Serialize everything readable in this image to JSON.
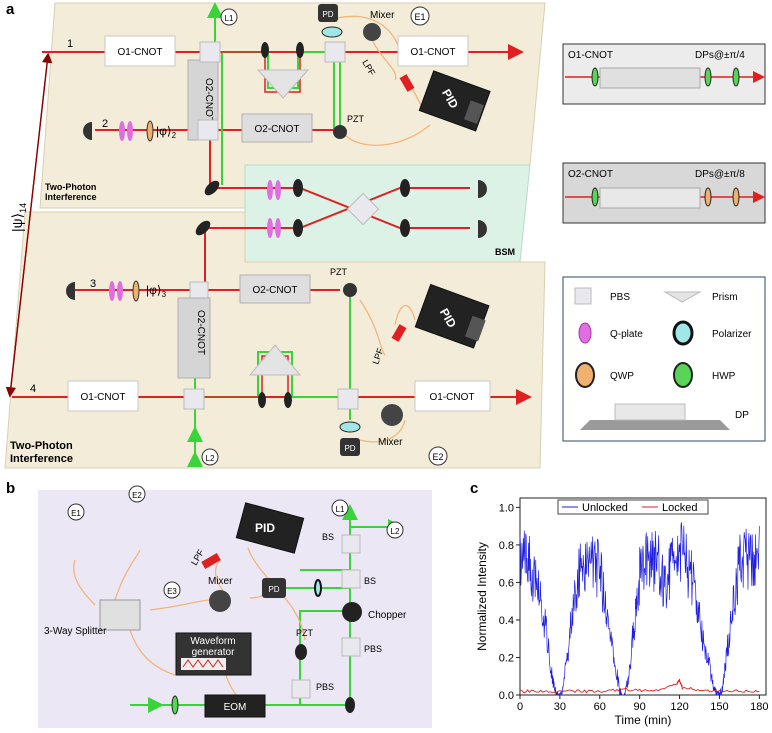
{
  "panel_a": {
    "label": "a",
    "port_labels": [
      "1",
      "2",
      "3",
      "4"
    ],
    "state_phi2": "|φ⟩",
    "state_phi2_sub": "2",
    "state_phi3": "|φ⟩",
    "state_phi3_sub": "3",
    "state_psi": "|ψ⟩",
    "state_psi_sub": "14",
    "o1_cnot": "O1-CNOT",
    "o2_cnot": "O2-CNOT",
    "pd": "PD",
    "pid": "PID",
    "mixer": "Mixer",
    "lpf": "LPF",
    "pzt": "PZT",
    "bsm": "BSM",
    "e1": "E1",
    "e2": "E2",
    "l1": "L1",
    "l2": "L2",
    "tpi_line1": "Two-Photon",
    "tpi_line2": "Interference",
    "inset1_title": "O1-CNOT",
    "inset1_dp": "DPs@±π/4",
    "inset2_title": "O2-CNOT",
    "inset2_dp": "DPs@±π/8",
    "legend": {
      "pbs": "PBS",
      "prism": "Prism",
      "qplate": "Q-plate",
      "polarizer": "Polarizer",
      "qwp": "QWP",
      "hwp": "HWP",
      "dp": "DP"
    }
  },
  "panel_b": {
    "label": "b",
    "e1": "E1",
    "e2": "E2",
    "e3": "E3",
    "l1": "L1",
    "l2": "L2",
    "splitter": "3-Way Splitter",
    "waveform_l1": "Waveform",
    "waveform_l2": "generator",
    "pid": "PID",
    "lpf": "LPF",
    "mixer": "Mixer",
    "pd": "PD",
    "bs": "BS",
    "chopper": "Chopper",
    "pzt": "PZT",
    "pbs": "PBS",
    "eom": "EOM"
  },
  "panel_c": {
    "label": "c",
    "chart_data": {
      "type": "line",
      "xlabel": "Time (min)",
      "ylabel": "Normalized Intensity",
      "xlim": [
        0,
        185
      ],
      "ylim": [
        0,
        1.05
      ],
      "xticks": [
        "0",
        "30",
        "60",
        "90",
        "120",
        "150",
        "180"
      ],
      "yticks": [
        "0.0",
        "0.2",
        "0.4",
        "0.6",
        "0.8",
        "1.0"
      ],
      "legend_position": "top-right",
      "series": [
        {
          "name": "Unlocked",
          "color": "#1f1fe0",
          "x": [
            0,
            5,
            10,
            15,
            20,
            25,
            28,
            32,
            36,
            40,
            45,
            50,
            55,
            60,
            65,
            70,
            75,
            78,
            82,
            86,
            90,
            95,
            100,
            105,
            110,
            115,
            120,
            125,
            130,
            135,
            140,
            145,
            148,
            152,
            155,
            160,
            165,
            170,
            175,
            180
          ],
          "values": [
            0.85,
            0.9,
            0.8,
            0.7,
            0.4,
            0.1,
            0.02,
            0.05,
            0.3,
            0.6,
            0.85,
            0.9,
            0.88,
            0.82,
            0.6,
            0.3,
            0.05,
            0.0,
            0.15,
            0.5,
            0.8,
            0.88,
            0.9,
            0.85,
            0.7,
            0.9,
            0.95,
            0.88,
            0.75,
            0.5,
            0.3,
            0.1,
            0.02,
            0.05,
            0.25,
            0.6,
            0.85,
            0.92,
            0.88,
            0.9
          ]
        },
        {
          "name": "Locked",
          "color": "#e01f1f",
          "x": [
            0,
            20,
            40,
            60,
            80,
            100,
            118,
            120,
            122,
            140,
            160,
            180
          ],
          "values": [
            0.02,
            0.02,
            0.02,
            0.02,
            0.03,
            0.02,
            0.06,
            0.08,
            0.04,
            0.02,
            0.02,
            0.02
          ]
        }
      ]
    }
  }
}
